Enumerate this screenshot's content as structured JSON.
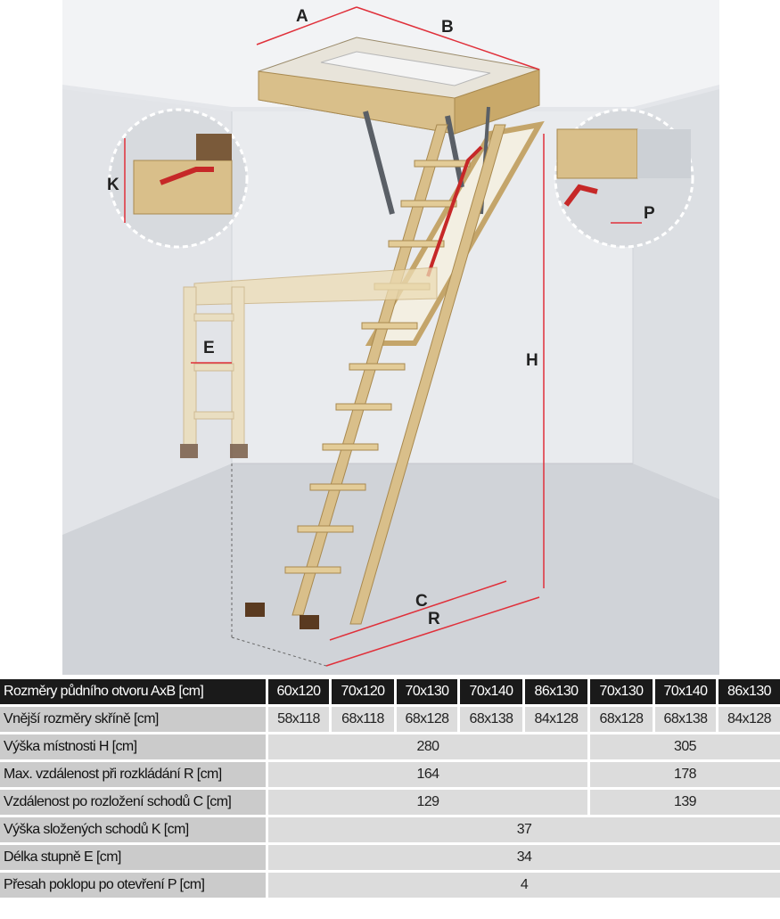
{
  "diagram": {
    "labels": {
      "a": "A",
      "b": "B",
      "c": "C",
      "r": "R",
      "h": "H",
      "k": "K",
      "p": "P",
      "e": "E"
    },
    "colors": {
      "wall": "#e4e6ea",
      "floor": "#d0d3d8",
      "wood": "#d9bf8a",
      "wood_dark": "#b99a5e",
      "dimension": "#e0303a",
      "rail": "#c62828",
      "metal": "#5a5f66"
    }
  },
  "table": {
    "header": {
      "label": "Rozměry půdního otvoru AxB [cm]",
      "sizes": [
        "60x120",
        "70x120",
        "70x130",
        "70x140",
        "86x130",
        "70x130",
        "70x140",
        "86x130"
      ]
    },
    "outer": {
      "label": "Vnější rozměry skříně [cm]",
      "values": [
        "58x118",
        "68x118",
        "68x128",
        "68x138",
        "84x128",
        "68x128",
        "68x138",
        "84x128"
      ]
    },
    "room_height": {
      "label": "Výška místnosti H [cm]",
      "group1": "280",
      "group2": "305"
    },
    "max_distance": {
      "label": "Max. vzdálenost při rozkládání R [cm]",
      "group1": "164",
      "group2": "178"
    },
    "distance_c": {
      "label": "Vzdálenost po rozložení schodů C [cm]",
      "group1": "129",
      "group2": "139"
    },
    "folded_height": {
      "label": "Výška složených schodů K [cm]",
      "value": "37"
    },
    "step_length": {
      "label": "Délka stupně  E [cm]",
      "value": "34"
    },
    "overlap": {
      "label": "Přesah poklopu po otevření P [cm]",
      "value": "4"
    }
  }
}
